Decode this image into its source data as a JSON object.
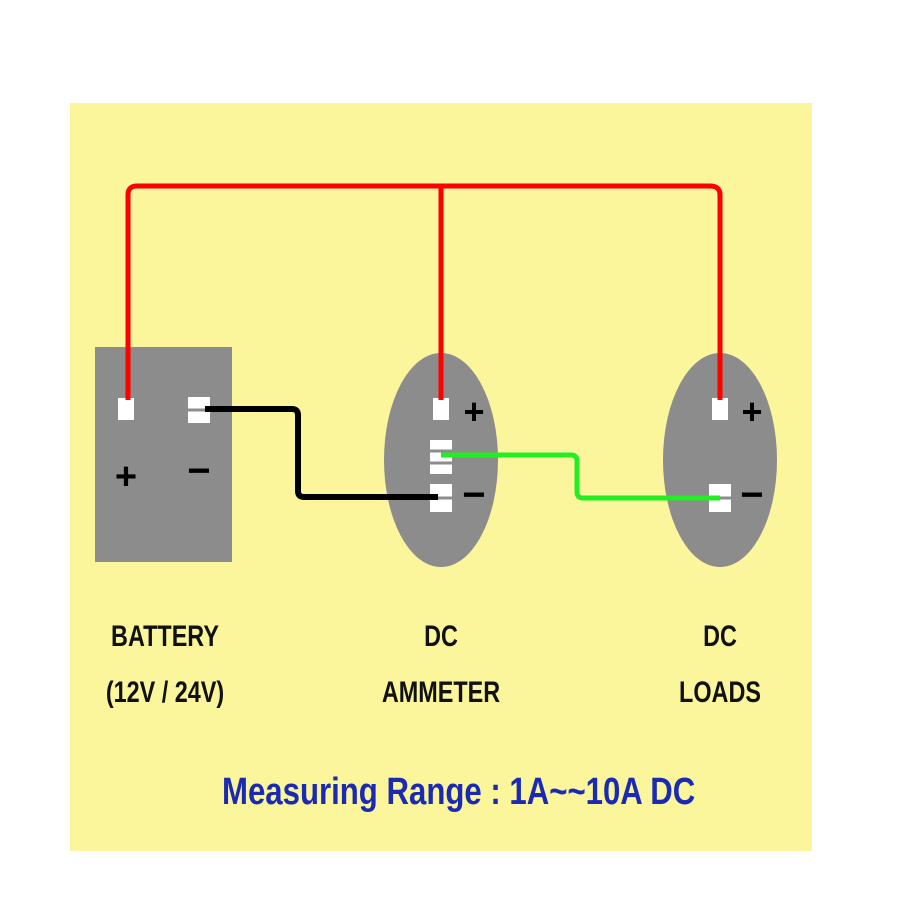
{
  "colors": {
    "background": "#fbf59b",
    "component_gray": "#8c8c8c",
    "terminal_white": "#ffffff",
    "wire_positive": "#ff0000",
    "wire_negative": "#000000",
    "wire_load": "#22ee22",
    "label_text": "#111111",
    "range_text": "#1a2ab4"
  },
  "components": {
    "battery": {
      "line1": "BATTERY",
      "line2": "(12V / 24V)",
      "plus": "+",
      "minus": "−"
    },
    "ammeter": {
      "line1": "DC",
      "line2": "AMMETER",
      "plus": "+",
      "minus": "−"
    },
    "loads": {
      "line1": "DC",
      "line2": "LOADS",
      "plus": "+",
      "minus": "−"
    }
  },
  "footer": {
    "measuring_range": "Measuring Range : 1A~~10A  DC"
  }
}
